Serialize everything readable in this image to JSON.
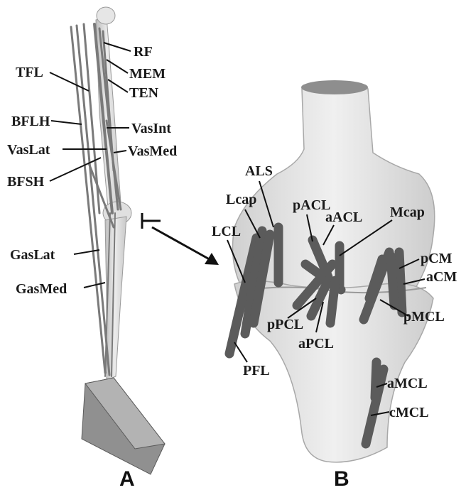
{
  "panels": {
    "a": "A",
    "b": "B"
  },
  "panel_a_labels": {
    "rf": "RF",
    "mem": "MEM",
    "ten": "TEN",
    "tfl": "TFL",
    "bflh": "BFLH",
    "vasint": "VasInt",
    "vaslat": "VasLat",
    "vasmed": "VasMed",
    "bfsh": "BFSH",
    "gaslat": "GasLat",
    "gasmed": "GasMed"
  },
  "panel_b_labels": {
    "als": "ALS",
    "lcap": "Lcap",
    "lcl": "LCL",
    "pacl": "pACL",
    "aacl": "aACL",
    "mcap": "Mcap",
    "pcm": "pCM",
    "acm": "aCM",
    "pmcl": "pMCL",
    "ppcl": "pPCL",
    "apcl": "aPCL",
    "pfl": "PFL",
    "amcl": "aMCL",
    "cmcl": "cMCL"
  }
}
